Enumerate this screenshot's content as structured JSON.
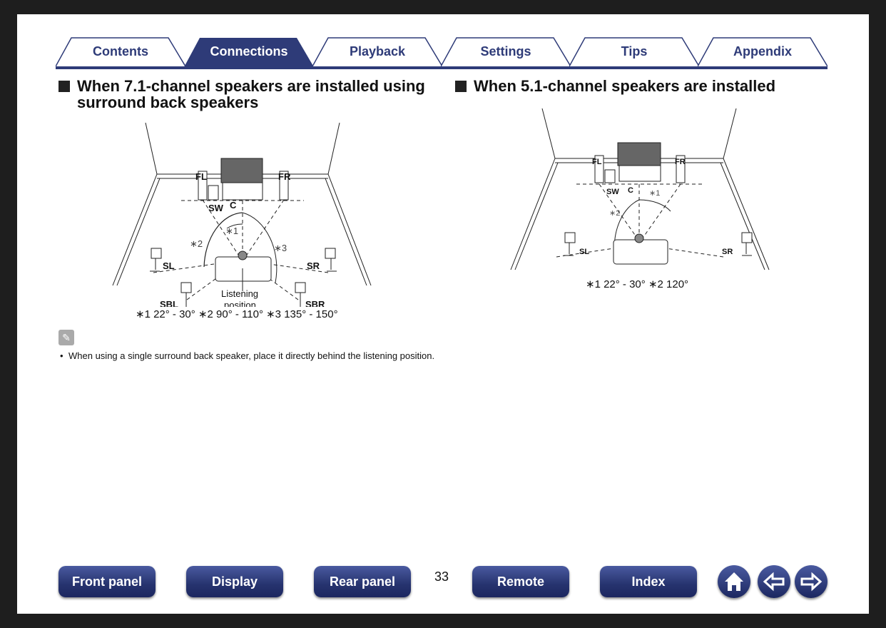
{
  "tabs": [
    {
      "label": "Contents"
    },
    {
      "label": "Connections",
      "active": true
    },
    {
      "label": "Playback"
    },
    {
      "label": "Settings"
    },
    {
      "label": "Tips"
    },
    {
      "label": "Appendix"
    }
  ],
  "left": {
    "heading_line1": "When 7.1-channel speakers are installed using",
    "heading_line2": "surround back speakers",
    "labels": {
      "fl": "FL",
      "fr": "FR",
      "sw": "SW",
      "c": "C",
      "sl": "SL",
      "sr": "SR",
      "sbl": "SBL",
      "sbr": "SBR",
      "a1": "∗1",
      "a2": "∗2",
      "a3": "∗3",
      "listen1": "Listening",
      "listen2": "position"
    },
    "footnote": "∗1 22° - 30°  ∗2 90° - 110°  ∗3 135° - 150°",
    "note": "When using a single surround back speaker, place it directly behind the listening position."
  },
  "right": {
    "heading": "When 5.1-channel speakers are installed",
    "labels": {
      "fl": "FL",
      "fr": "FR",
      "sw": "SW",
      "c": "C",
      "sl": "SL",
      "sr": "SR",
      "a1": "∗1",
      "a2": "∗2"
    },
    "footnote": "∗1 22° - 30°  ∗2 120°"
  },
  "nav": {
    "front_panel": "Front panel",
    "display": "Display",
    "rear_panel": "Rear panel",
    "page_number": "33",
    "remote": "Remote",
    "index": "Index"
  },
  "colors": {
    "navy": "#2e3b78",
    "background": "#1e1e1e"
  }
}
